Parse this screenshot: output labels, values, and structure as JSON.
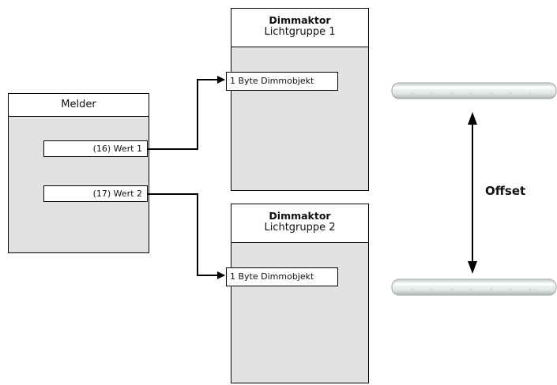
{
  "caption_partial": "...",
  "melder": {
    "title": "Melder",
    "outputs": [
      "(16) Wert 1",
      "(17) Wert 2"
    ]
  },
  "actuators": [
    {
      "title": "Dimmaktor",
      "subtitle": "Lichtgruppe 1",
      "input": "1 Byte Dimmobjekt"
    },
    {
      "title": "Dimmaktor",
      "subtitle": "Lichtgruppe 2",
      "input": "1 Byte Dimmobjekt"
    }
  ],
  "offset_label": "Offset",
  "colors": {
    "panel": "#e2e2e2",
    "line": "#000000"
  }
}
